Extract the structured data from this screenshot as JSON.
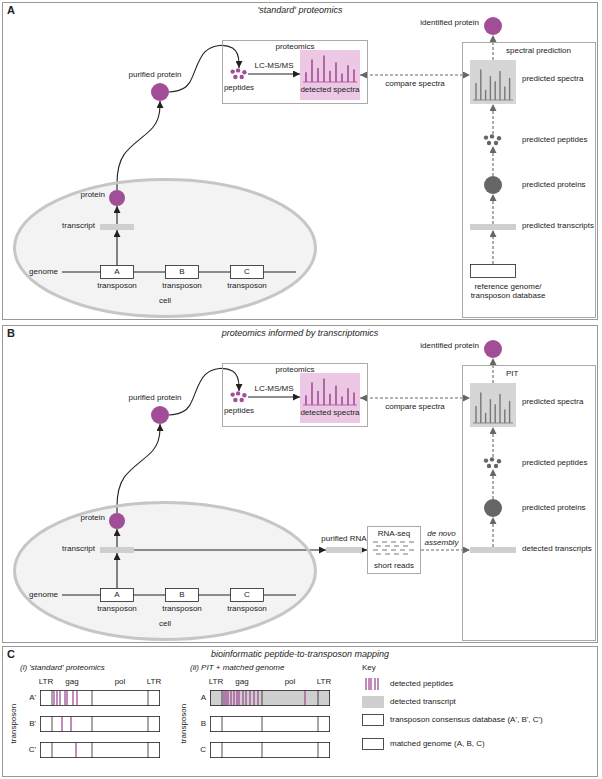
{
  "diagram": {
    "nodes": [
      {
        "text": [
          "A",
          "'standard' proteomics"
        ]
      },
      {
        "text": [
          "genome",
          "cell"
        ],
        "in": 0
      },
      {
        "text": [
          "A",
          "transposon"
        ],
        "in": 1
      },
      {
        "text": [
          "B",
          "transposon"
        ],
        "in": 1
      },
      {
        "text": [
          "C",
          "transposon"
        ],
        "in": 1
      },
      {
        "text": [
          "transcript"
        ],
        "in": 1
      },
      {
        "text": [
          "protein"
        ],
        "in": 1
      },
      {
        "text": [
          "purified protein"
        ],
        "in": 0
      },
      {
        "text": [
          "proteomics"
        ],
        "in": 0
      },
      {
        "text": [
          "peptides"
        ],
        "in": 8
      },
      {
        "text": [
          "detected spectra"
        ],
        "in": 8
      },
      {
        "text": [
          "identified protein"
        ],
        "in": 0
      },
      {
        "text": [
          "spectral prediction"
        ],
        "in": 0
      },
      {
        "text": [
          "predicted spectra"
        ],
        "in": 12
      },
      {
        "text": [
          "predicted peptides"
        ],
        "in": 12
      },
      {
        "text": [
          "predicted proteins"
        ],
        "in": 12
      },
      {
        "text": [
          "predicted transcripts"
        ],
        "in": 12
      },
      {
        "text": [
          "reference genome/ transposon database"
        ],
        "in": 12
      },
      {
        "text": [
          "B",
          "proteomics informed by transcriptomics"
        ]
      },
      {
        "text": [
          "genome",
          "cell"
        ],
        "in": 18
      },
      {
        "text": [
          "A",
          "transposon"
        ],
        "in": 19
      },
      {
        "text": [
          "B",
          "transposon"
        ],
        "in": 19
      },
      {
        "text": [
          "C",
          "transposon"
        ],
        "in": 19
      },
      {
        "text": [
          "transcript"
        ],
        "in": 19
      },
      {
        "text": [
          "protein"
        ],
        "in": 19
      },
      {
        "text": [
          "purified protein"
        ],
        "in": 18
      },
      {
        "text": [
          "proteomics"
        ],
        "in": 18
      },
      {
        "text": [
          "peptides"
        ],
        "in": 26
      },
      {
        "text": [
          "detected spectra"
        ],
        "in": 26
      },
      {
        "text": [
          "identified protein"
        ],
        "in": 18
      },
      {
        "text": [
          "purified RNA"
        ],
        "in": 18
      },
      {
        "text": [
          "RNA-seq",
          "short reads"
        ],
        "in": 18
      },
      {
        "text": [
          "PIT"
        ],
        "in": 18
      },
      {
        "text": [
          "predicted spectra"
        ],
        "in": 32
      },
      {
        "text": [
          "predicted peptides"
        ],
        "in": 32
      },
      {
        "text": [
          "predicted proteins"
        ],
        "in": 32
      },
      {
        "text": [
          "detected transcripts"
        ],
        "in": 32
      },
      {
        "text": [
          "C",
          "bioinformatic peptide-to-transposon mapping"
        ]
      },
      {
        "text": [
          "A'"
        ],
        "in": 37
      },
      {
        "text": [
          "B'"
        ],
        "in": 37
      },
      {
        "text": [
          "C'"
        ],
        "in": 37
      },
      {
        "text": [
          "A"
        ],
        "in": 37
      },
      {
        "text": [
          "B"
        ],
        "in": 37
      },
      {
        "text": [
          "C"
        ],
        "in": 37
      }
    ],
    "edges": [
      {
        "from": 2,
        "to": 5,
        "arrow": "to"
      },
      {
        "from": 5,
        "to": 6,
        "arrow": "to"
      },
      {
        "from": 6,
        "to": 7,
        "arrow": "to"
      },
      {
        "from": 7,
        "to": 9,
        "arrow": "to"
      },
      {
        "from": 9,
        "to": 10,
        "label": "LC-MS/MS",
        "arrow": "to"
      },
      {
        "from": 10,
        "to": 13,
        "label": "compare spectra",
        "arrow": "both"
      },
      {
        "from": 13,
        "to": 11,
        "arrow": "to"
      },
      {
        "from": 17,
        "to": 16,
        "arrow": "to"
      },
      {
        "from": 16,
        "to": 15,
        "arrow": "to"
      },
      {
        "from": 15,
        "to": 14,
        "arrow": "to"
      },
      {
        "from": 14,
        "to": 13,
        "arrow": "to"
      },
      {
        "from": 20,
        "to": 23,
        "arrow": "to"
      },
      {
        "from": 23,
        "to": 24,
        "arrow": "to"
      },
      {
        "from": 24,
        "to": 25,
        "arrow": "to"
      },
      {
        "from": 25,
        "to": 27,
        "arrow": "to"
      },
      {
        "from": 27,
        "to": 28,
        "label": "LC-MS/MS",
        "arrow": "to"
      },
      {
        "from": 28,
        "to": 33,
        "label": "compare spectra",
        "arrow": "both"
      },
      {
        "from": 33,
        "to": 29,
        "arrow": "to"
      },
      {
        "from": 23,
        "to": 30,
        "arrow": "to"
      },
      {
        "from": 30,
        "to": 31,
        "arrow": "to"
      },
      {
        "from": 31,
        "to": 36,
        "label": "de novo assembly",
        "arrow": "to"
      },
      {
        "from": 36,
        "to": 35,
        "arrow": "to"
      },
      {
        "from": 35,
        "to": 34,
        "arrow": "to"
      },
      {
        "from": 34,
        "to": 33,
        "arrow": "to"
      }
    ],
    "labels": [
      "(i) 'standard' proteomics",
      "LTR",
      "gag",
      "pol",
      "LTR",
      "transposon",
      "(ii) PIT + matched genome",
      "LTR",
      "gag",
      "pol",
      "LTR",
      "transposon",
      "Key",
      "A'",
      "A"
    ],
    "legend": [
      {
        "text": "detected peptides"
      },
      {
        "text": "detected transcript",
        "color": "#cfcfcf"
      },
      {
        "text": "transposon consensus database (A', B', C')"
      },
      {
        "text": "matched genome (A, B, C)"
      }
    ]
  }
}
